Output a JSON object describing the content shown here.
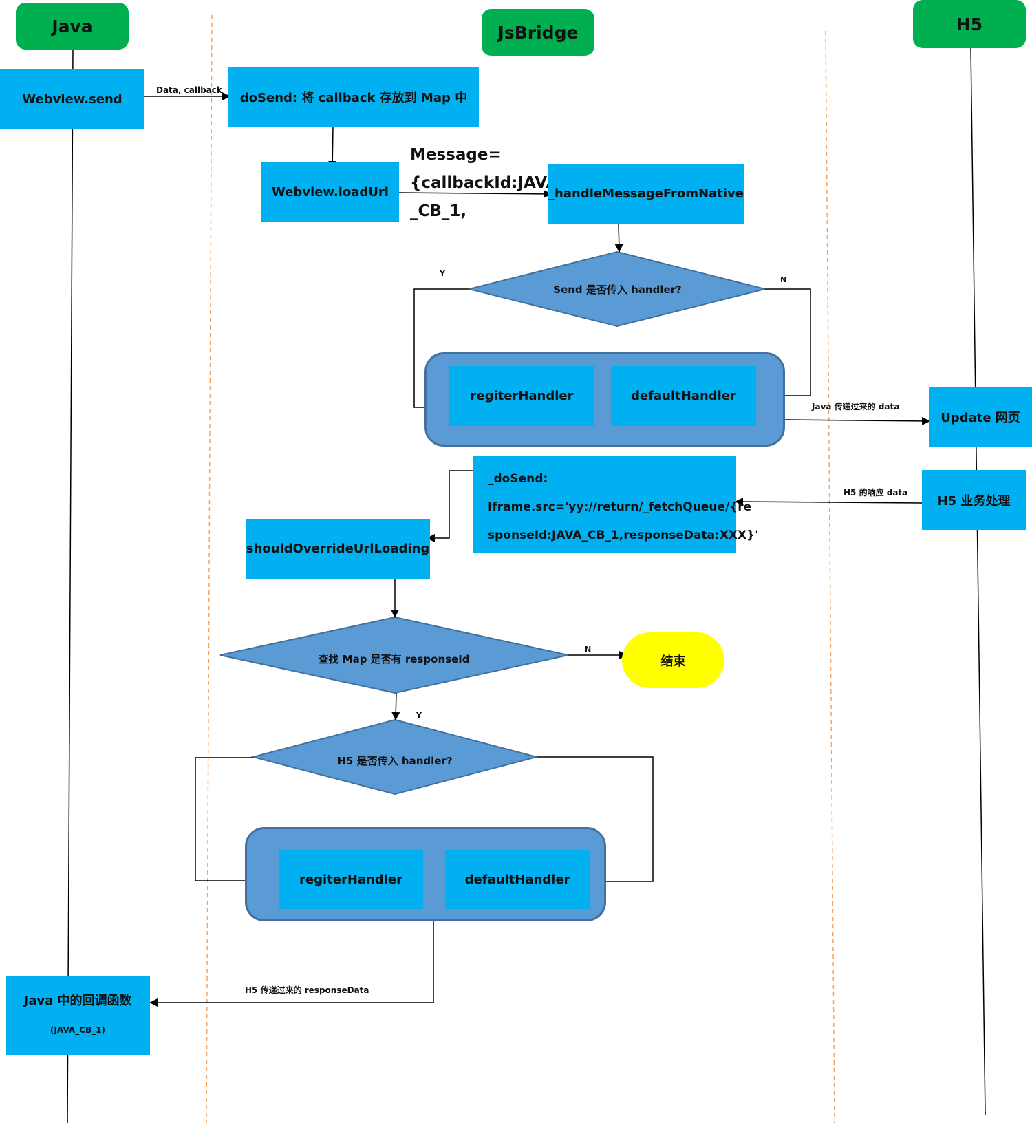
{
  "lanes": {
    "java": "Java",
    "jsbridge": "JsBridge",
    "h5": "H5"
  },
  "nodes": {
    "webview_send": "Webview.send",
    "do_send_java": "doSend:  将 callback 存放到 Map 中",
    "webview_loadurl": "Webview.loadUrl",
    "message_line1": "Message=",
    "message_line2": "{callbackId:JAVA",
    "message_line3": "_CB_1,",
    "handle_message": "_handleMessageFromNative",
    "send_decision": "Send 是否传入 handler?",
    "regiter_handler_1": "regiterHandler",
    "default_handler_1": "defaultHandler",
    "update_page": "Update 网页",
    "h5_business": "H5 业务处理",
    "dosend_line1": "_doSend:",
    "dosend_line2": "Iframe.src='yy://return/_fetchQueue/{re",
    "dosend_line3": "sponseId:JAVA_CB_1,responseData:XXX}'",
    "should_override": "shouldOverrideUrlLoading",
    "map_decision": "查找 Map 是否有 responseId",
    "end": "结束",
    "h5_decision": "H5 是否传入 handler?",
    "regiter_handler_2": "regiterHandler",
    "default_handler_2": "defaultHandler",
    "java_callback_line1": "Java 中的回调函数",
    "java_callback_line2": "(JAVA_CB_1)"
  },
  "edge_labels": {
    "data_callback": "Data, callback",
    "y_send": "Y",
    "n_send": "N",
    "java_data": "Java 传递过来的  data",
    "h5_response": "H5 的响应 data",
    "n_map": "N",
    "y_map": "Y",
    "h5_response_data": "H5 传递过来的 responseData"
  },
  "colors": {
    "lane_head": "#00b050",
    "process": "#00b0f0",
    "decision": "#5b9bd5",
    "decision_border": "#41719c",
    "end": "#ffff00",
    "lane_divider": "#f4a460"
  }
}
